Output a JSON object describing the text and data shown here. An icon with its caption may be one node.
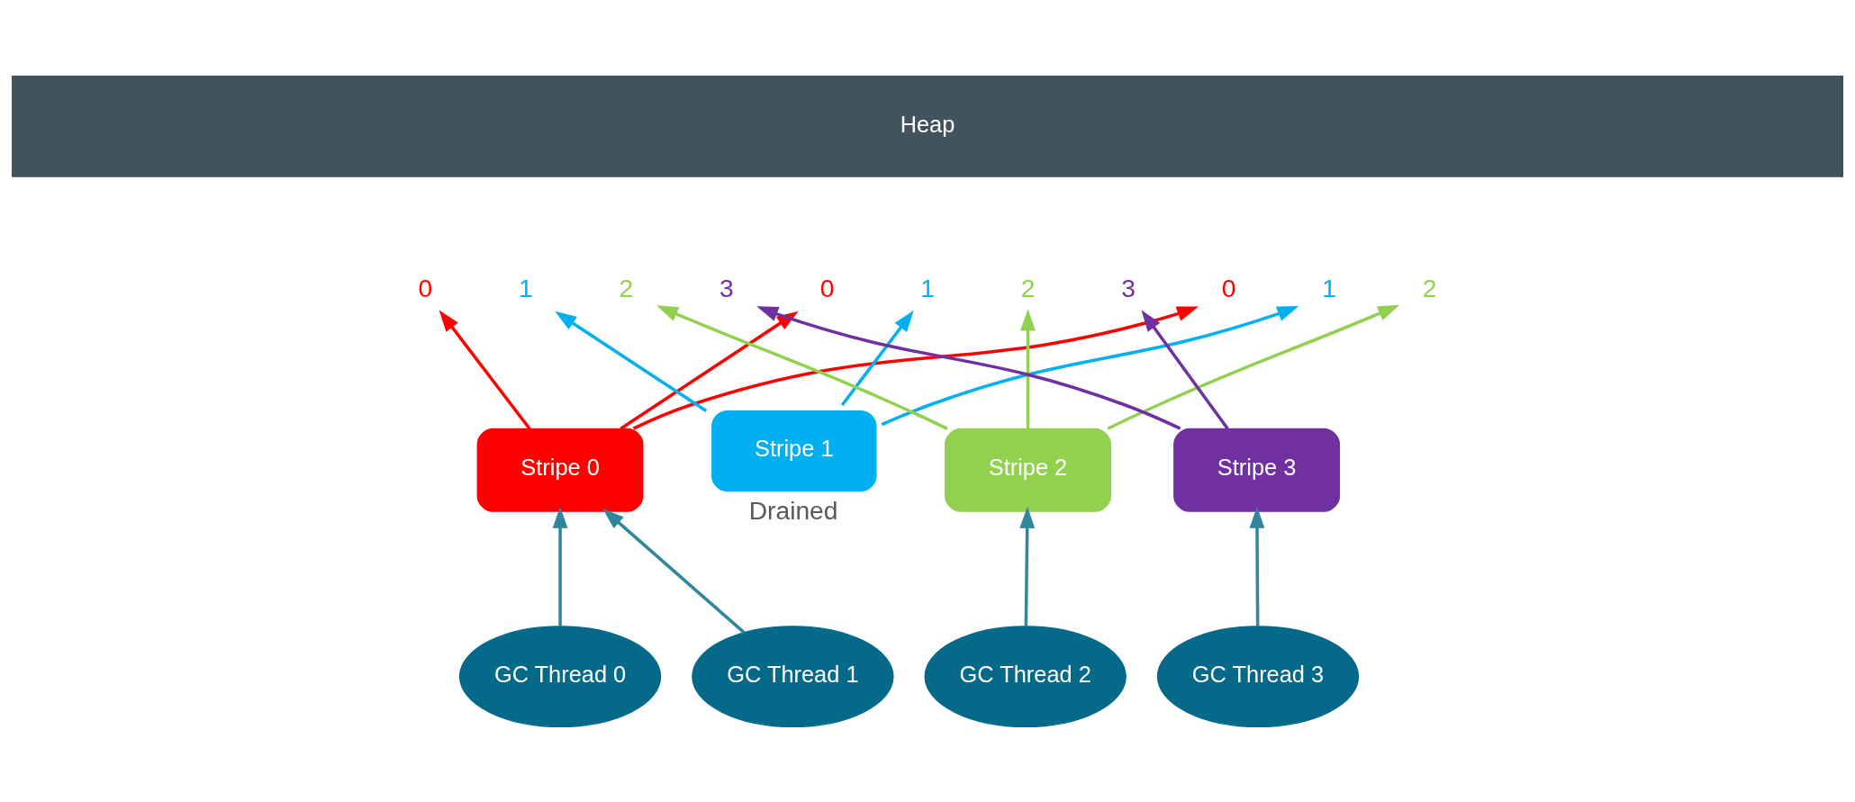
{
  "diagram": {
    "nodes": [
      {
        "text": [
          "Heap"
        ]
      },
      {
        "text": [
          "0"
        ]
      },
      {
        "text": [
          "1"
        ]
      },
      {
        "text": [
          "2"
        ]
      },
      {
        "text": [
          "3"
        ]
      },
      {
        "text": [
          "0"
        ]
      },
      {
        "text": [
          "1"
        ]
      },
      {
        "text": [
          "2"
        ]
      },
      {
        "text": [
          "3"
        ]
      },
      {
        "text": [
          "0"
        ]
      },
      {
        "text": [
          "1"
        ]
      },
      {
        "text": [
          "2"
        ]
      },
      {
        "text": [
          "Stripe 0"
        ]
      },
      {
        "text": [
          "Stripe 1"
        ],
        "beside": [
          "Drained"
        ]
      },
      {
        "text": [
          "Stripe 2"
        ]
      },
      {
        "text": [
          "Stripe 3"
        ]
      },
      {
        "text": [
          "GC Thread 0"
        ]
      },
      {
        "text": [
          "GC Thread 1"
        ]
      },
      {
        "text": [
          "GC Thread 2"
        ]
      },
      {
        "text": [
          "GC Thread 3"
        ]
      }
    ],
    "edges": [
      {
        "from": 12,
        "to": 1,
        "arrow": "to",
        "color": "#ff0000"
      },
      {
        "from": 12,
        "to": 5,
        "arrow": "to",
        "color": "#ff0000"
      },
      {
        "from": 12,
        "to": 9,
        "arrow": "to",
        "color": "#ff0000"
      },
      {
        "from": 13,
        "to": 2,
        "arrow": "to",
        "color": "#00b0f0"
      },
      {
        "from": 13,
        "to": 6,
        "arrow": "to",
        "color": "#00b0f0"
      },
      {
        "from": 13,
        "to": 10,
        "arrow": "to",
        "color": "#00b0f0"
      },
      {
        "from": 14,
        "to": 3,
        "arrow": "to",
        "color": "#92d050"
      },
      {
        "from": 14,
        "to": 7,
        "arrow": "to",
        "color": "#92d050"
      },
      {
        "from": 14,
        "to": 11,
        "arrow": "to",
        "color": "#92d050"
      },
      {
        "from": 15,
        "to": 4,
        "arrow": "to",
        "color": "#7030a0"
      },
      {
        "from": 15,
        "to": 8,
        "arrow": "to",
        "color": "#7030a0"
      },
      {
        "from": 16,
        "to": 12,
        "arrow": "to",
        "color": "#31859c"
      },
      {
        "from": 17,
        "to": 12,
        "arrow": "to",
        "color": "#31859c"
      },
      {
        "from": 18,
        "to": 14,
        "arrow": "to",
        "color": "#31859c"
      },
      {
        "from": 19,
        "to": 15,
        "arrow": "to",
        "color": "#31859c"
      }
    ]
  }
}
